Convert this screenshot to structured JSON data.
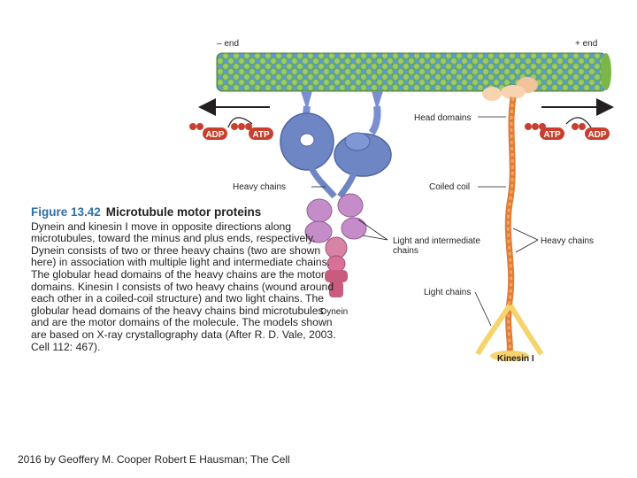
{
  "figure": {
    "minus_end_label": "– end",
    "plus_end_label": "+ end",
    "head_domains_label": "Head domains",
    "heavy_chains_left_label": "Heavy chains",
    "coiled_coil_label": "Coiled coil",
    "light_intermediate_label": "Light and intermediate chains",
    "heavy_chains_right_label": "Heavy chains",
    "light_chains_label": "Light chains",
    "dynein_label": "Dynein",
    "kinesin_label": "Kinesin I",
    "badges": {
      "adp_left": "ADP",
      "atp_left": "ATP",
      "atp_right": "ATP",
      "adp_right": "ADP"
    }
  },
  "caption": {
    "figure_number": "Figure 13.42",
    "title": "Microtubule motor proteins",
    "text": "Dynein and kinesin I move in opposite directions along microtubules, toward the minus and plus ends, respectively. Dynein consists of two or three heavy chains (two are shown here) in association with multiple light and intermediate chains. The globular head domains of the heavy chains are the motor domains. Kinesin I consists of two heavy chains (wound around each other in a coiled-coil structure) and two light chains. The globular head domains of the heavy chains bind microtubules and are the motor domains of the molecule. The models shown are based on X-ray crystallography data (After R. D. Vale, 2003. Cell 112: 467)."
  },
  "credit": "2016 by Geoffery M. Cooper Robert E Hausman; The Cell",
  "colors": {
    "microtubule_green": "#8cc63f",
    "microtubule_blue": "#3d7fb5",
    "dynein_blue": "#6f86c4",
    "dynein_pink": "#c48cc8",
    "kinesin_orange": "#f2a65a",
    "kinesin_yellow": "#f7d36b",
    "badge_red": "#c8402d",
    "caption_blue": "#2e6fa8"
  }
}
